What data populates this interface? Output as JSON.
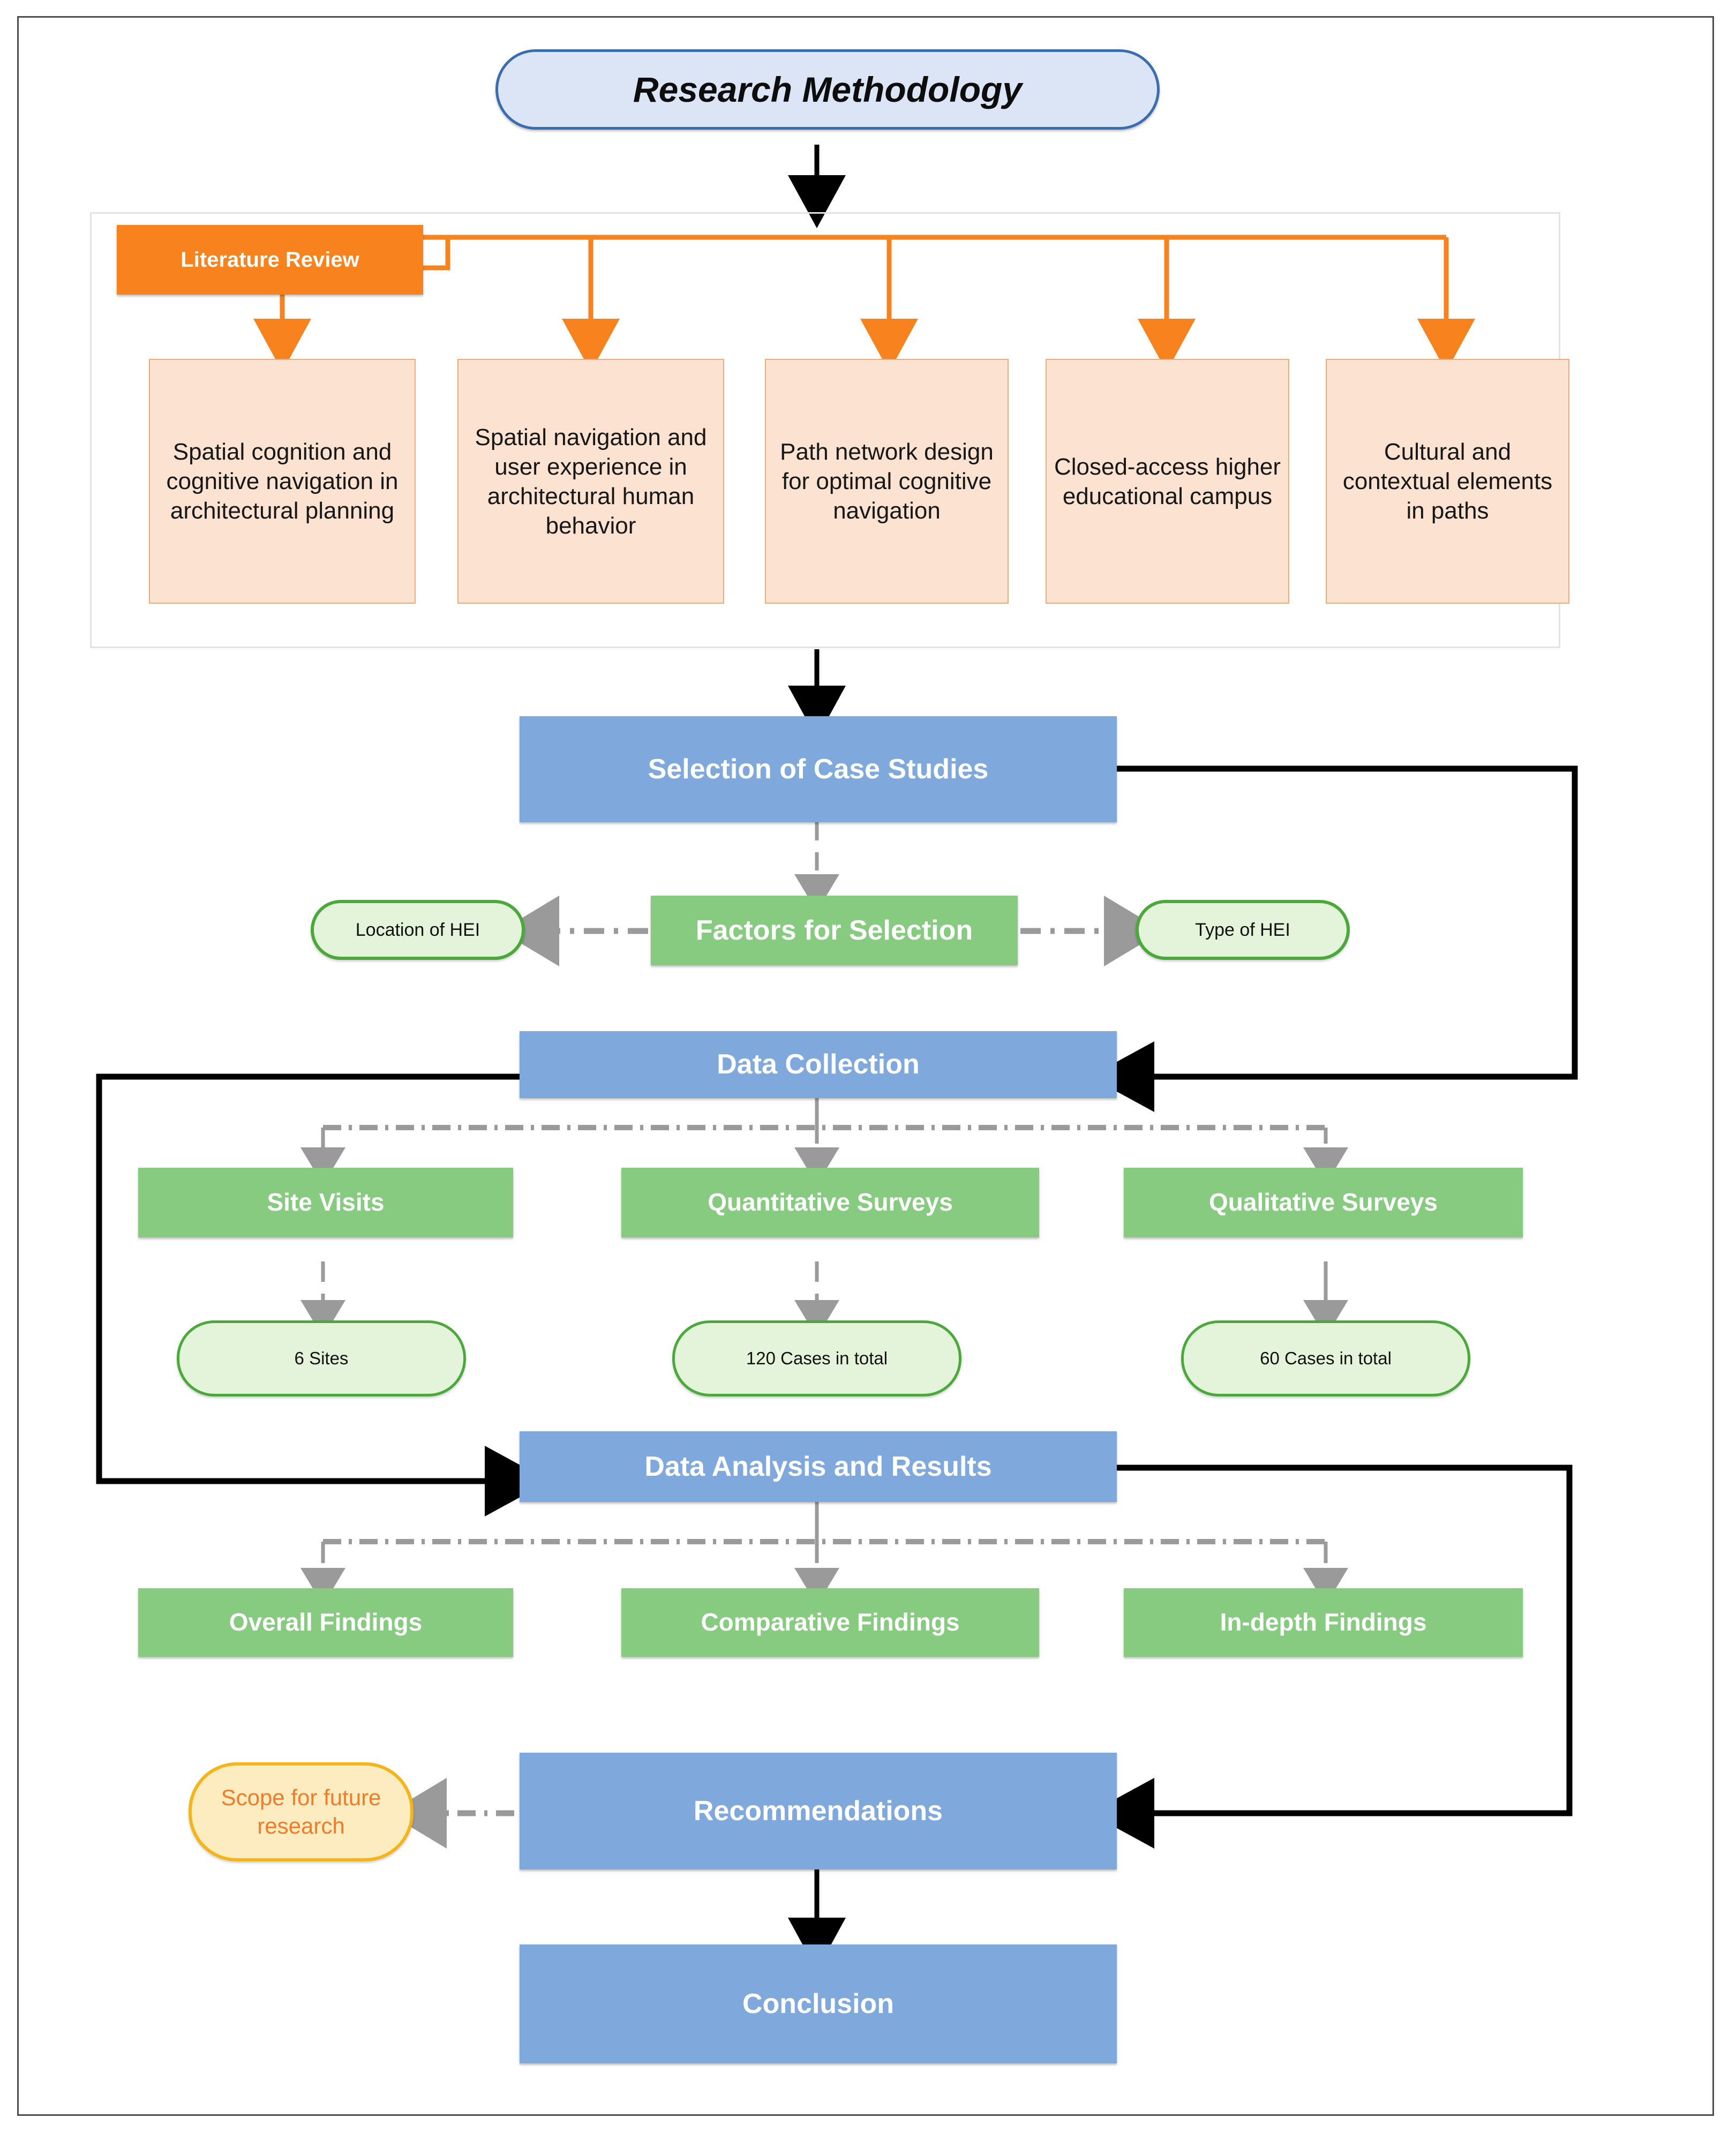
{
  "diagram": {
    "title": "Research Methodology",
    "colors": {
      "title_fill": "#dbe5f5",
      "title_border": "#3a6cb0",
      "literature_review_fill": "#f7821e",
      "literature_box_fill": "#fbe2d1",
      "literature_box_border": "#ecab7c",
      "stage_fill": "#7fa8dd",
      "substage_fill": "#86cb7f",
      "pill_fill": "#e4f4da",
      "pill_border": "#4aa93a",
      "scope_fill": "#fdecbf",
      "scope_border": "#f5b519",
      "scope_text": "#ef7b2b",
      "connector_black": "#000000",
      "connector_gray": "#9a9a9a",
      "connector_orange": "#f7821e"
    },
    "literature": {
      "heading": "Literature Review",
      "topics": [
        "Spatial cognition and cognitive navigation in architectural planning",
        "Spatial navigation and user experience in architectural human behavior",
        "Path network design for optimal cognitive navigation",
        "Closed-access higher educational campus",
        "Cultural and contextual elements in paths"
      ]
    },
    "stages": {
      "selection": "Selection of Case Studies",
      "data_collection": "Data Collection",
      "data_analysis": "Data Analysis and Results",
      "recommendations": "Recommendations",
      "conclusion": "Conclusion"
    },
    "selection_factors": {
      "heading": "Factors for Selection",
      "left": "Location of HEI",
      "right": "Type of HEI"
    },
    "collection_methods": [
      {
        "method": "Site Visits",
        "count": "6 Sites"
      },
      {
        "method": "Quantitative Surveys",
        "count": "120 Cases in total"
      },
      {
        "method": "Qualitative Surveys",
        "count": "60 Cases in total"
      }
    ],
    "findings": [
      "Overall Findings",
      "Comparative Findings",
      "In-depth Findings"
    ],
    "scope": "Scope for future research"
  }
}
